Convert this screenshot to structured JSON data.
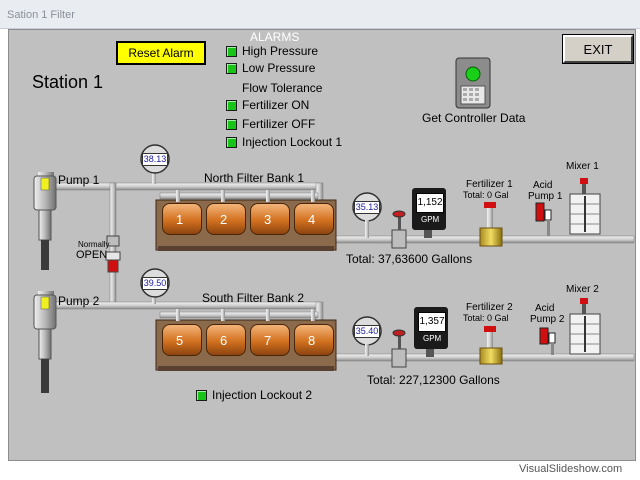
{
  "window": {
    "title": "Sation 1 Filter"
  },
  "buttons": {
    "reset_alarm": "Reset Alarm",
    "exit": "EXIT"
  },
  "station": {
    "title": "Station 1"
  },
  "alarms": {
    "heading": "ALARMS",
    "items": [
      {
        "label": "High Pressure",
        "led": true
      },
      {
        "label": "Low Pressure",
        "led": true
      },
      {
        "label": "Flow Tolerance",
        "led": false
      },
      {
        "label": "Fertilizer ON",
        "led": true
      },
      {
        "label": "Fertilizer OFF",
        "led": true
      },
      {
        "label": "Injection Lockout 1",
        "led": true
      }
    ],
    "injection_lockout_2": "Injection Lockout 2"
  },
  "controller": {
    "label": "Get Controller Data"
  },
  "pumps": {
    "pump1": "Pump 1",
    "pump2": "Pump 2"
  },
  "valve": {
    "line1": "Normally",
    "line2": "OPEN"
  },
  "north": {
    "title": "North Filter Bank 1",
    "filters": [
      "1",
      "2",
      "3",
      "4"
    ],
    "gauge_in": "38.13",
    "gauge_out": "35.13",
    "flow": "1,152",
    "flow_unit": "GPM",
    "total": "Total: 37,63600 Gallons"
  },
  "south": {
    "title": "South Filter Bank 2",
    "filters": [
      "5",
      "6",
      "7",
      "8"
    ],
    "gauge_in": "39.50",
    "gauge_out": "35.40",
    "flow": "1,357",
    "flow_unit": "GPM",
    "total": "Total: 227,12300 Gallons"
  },
  "fertilizer1": {
    "title": "Fertilizer 1",
    "total": "Total: 0 Gal"
  },
  "fertilizer2": {
    "title": "Fertilizer 2",
    "total": "Total: 0 Gal"
  },
  "acid1": {
    "line1": "Acid",
    "line2": "Pump 1"
  },
  "acid2": {
    "line1": "Acid",
    "line2": "Pump 2"
  },
  "mixer1": {
    "label": "Mixer 1"
  },
  "mixer2": {
    "label": "Mixer 2"
  },
  "watermark": "VisualSlideshow.com"
}
